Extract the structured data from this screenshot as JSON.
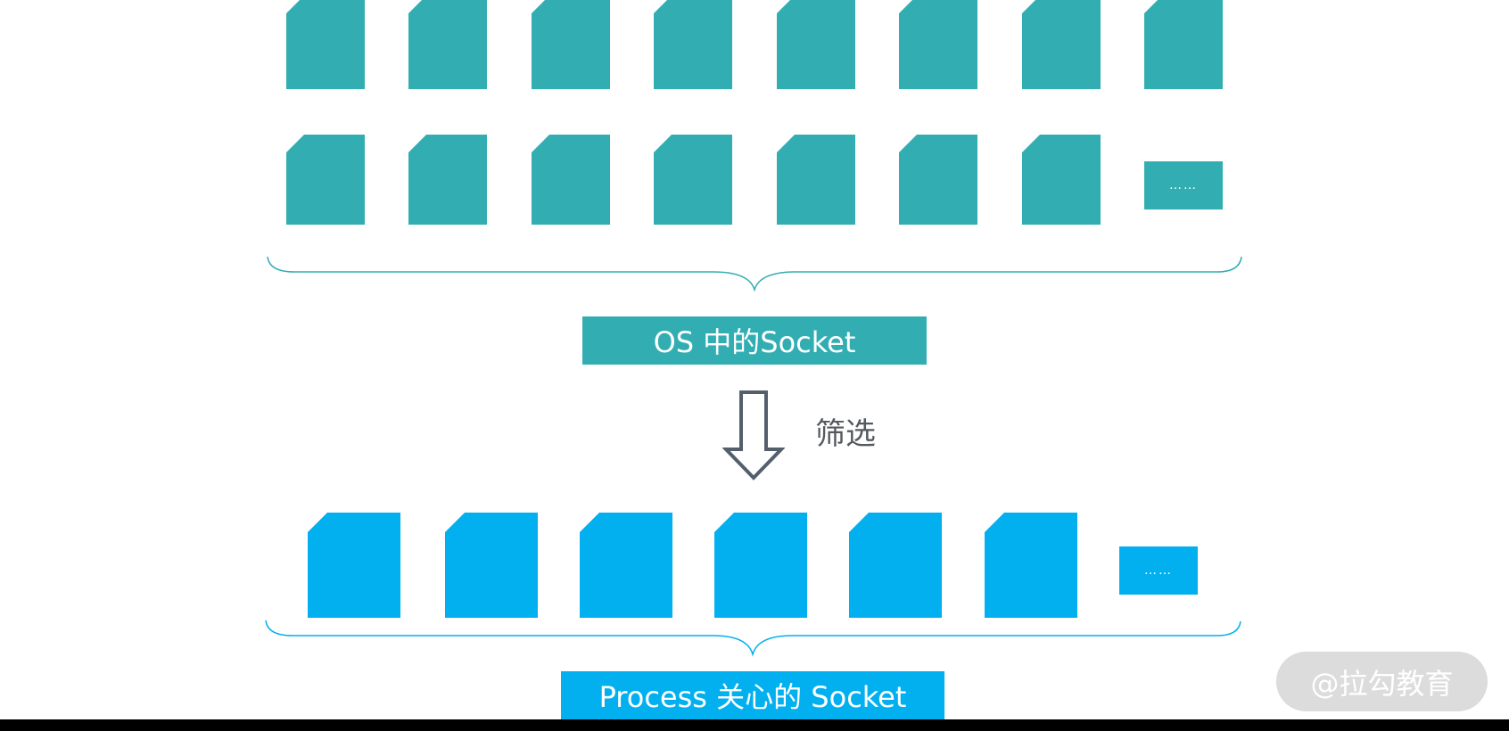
{
  "diagram": {
    "os_sockets": {
      "row1_count": 8,
      "row2_count": 7,
      "more_label": "……",
      "color": "#32aeb2",
      "label": "OS 中的Socket"
    },
    "filter": {
      "arrow": "down-arrow-icon",
      "label": "筛选",
      "color": "#555a5f"
    },
    "process_sockets": {
      "count": 6,
      "more_label": "……",
      "color": "#02b0f0",
      "label": "Process 关心的 Socket"
    },
    "watermark": "@拉勾教育"
  }
}
